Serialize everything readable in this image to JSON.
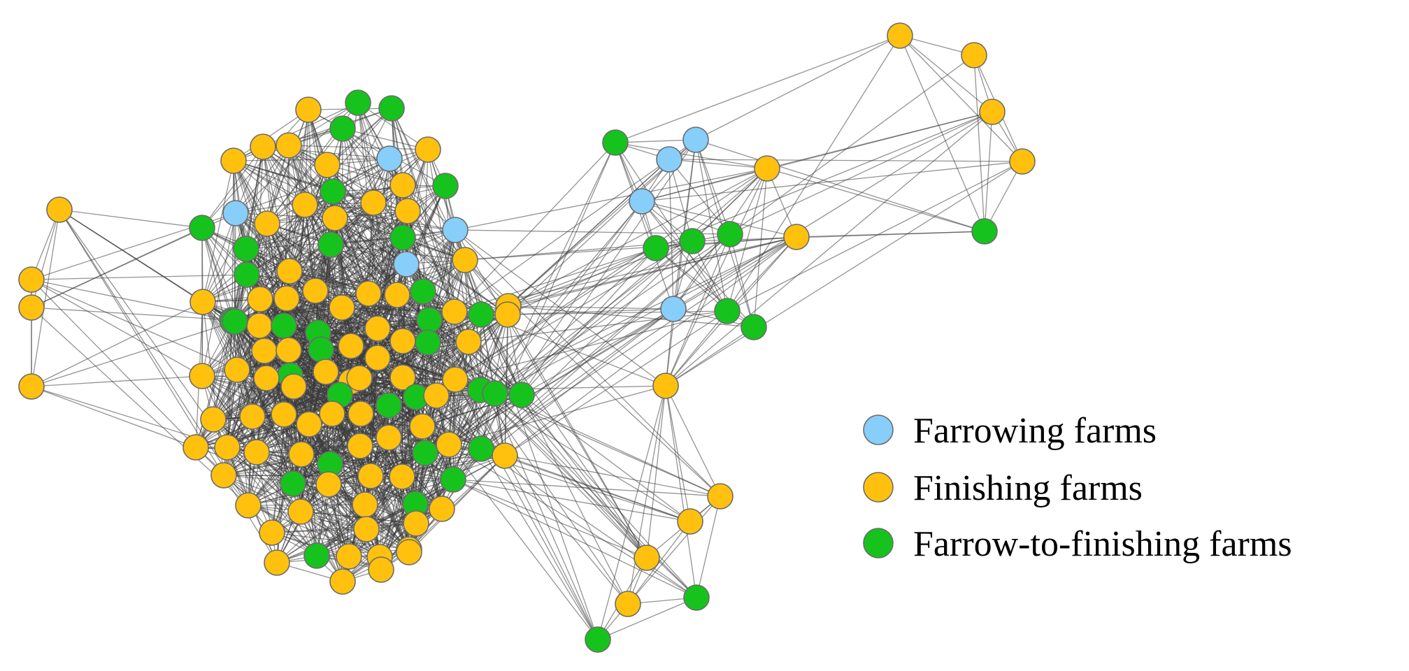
{
  "legend": [
    {
      "label": "Farrowing farms",
      "color": "#87CEFA",
      "key": "A"
    },
    {
      "label": "Finishing farms",
      "color": "#FFC10E",
      "key": "F"
    },
    {
      "label": "Farrow-to-finishing farms",
      "color": "#16C31C",
      "key": "G"
    }
  ],
  "network": {
    "node_count": 132,
    "clusters": [
      "main",
      "left",
      "right-top",
      "far-right",
      "bottom-right"
    ]
  }
}
